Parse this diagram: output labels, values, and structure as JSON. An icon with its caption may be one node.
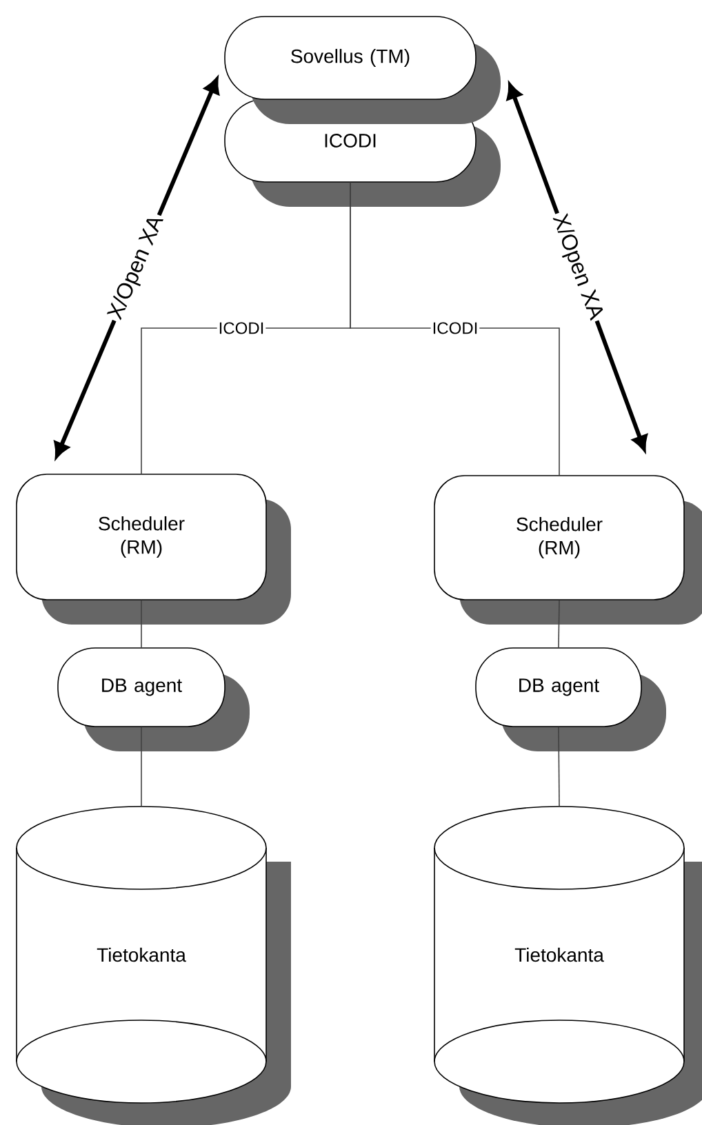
{
  "diagram": {
    "nodes": [
      {
        "text": [
          "Sovellus (TM)"
        ]
      },
      {
        "text": [
          "ICODI"
        ]
      },
      {
        "text": [
          "Scheduler (RM)"
        ]
      },
      {
        "text": [
          "DB agent"
        ]
      },
      {
        "text": [
          "Tietokanta"
        ]
      },
      {
        "text": [
          "Scheduler (RM)"
        ]
      },
      {
        "text": [
          "DB agent"
        ]
      },
      {
        "text": [
          "Tietokanta"
        ]
      }
    ],
    "edges": [
      {
        "from": 2,
        "to": 0,
        "arrow": "both",
        "label": "X/Open XA",
        "style": "thick"
      },
      {
        "from": 0,
        "to": 5,
        "arrow": "both",
        "label": "X/Open XA",
        "style": "thick"
      },
      {
        "from": 1,
        "to": 2,
        "arrow": "none",
        "label": "ICODI"
      },
      {
        "from": 1,
        "to": 5,
        "arrow": "none",
        "label": "ICODI"
      },
      {
        "from": 2,
        "to": 3,
        "arrow": "none"
      },
      {
        "from": 3,
        "to": 4,
        "arrow": "none"
      },
      {
        "from": 5,
        "to": 6,
        "arrow": "none"
      },
      {
        "from": 6,
        "to": 7,
        "arrow": "none"
      }
    ]
  }
}
